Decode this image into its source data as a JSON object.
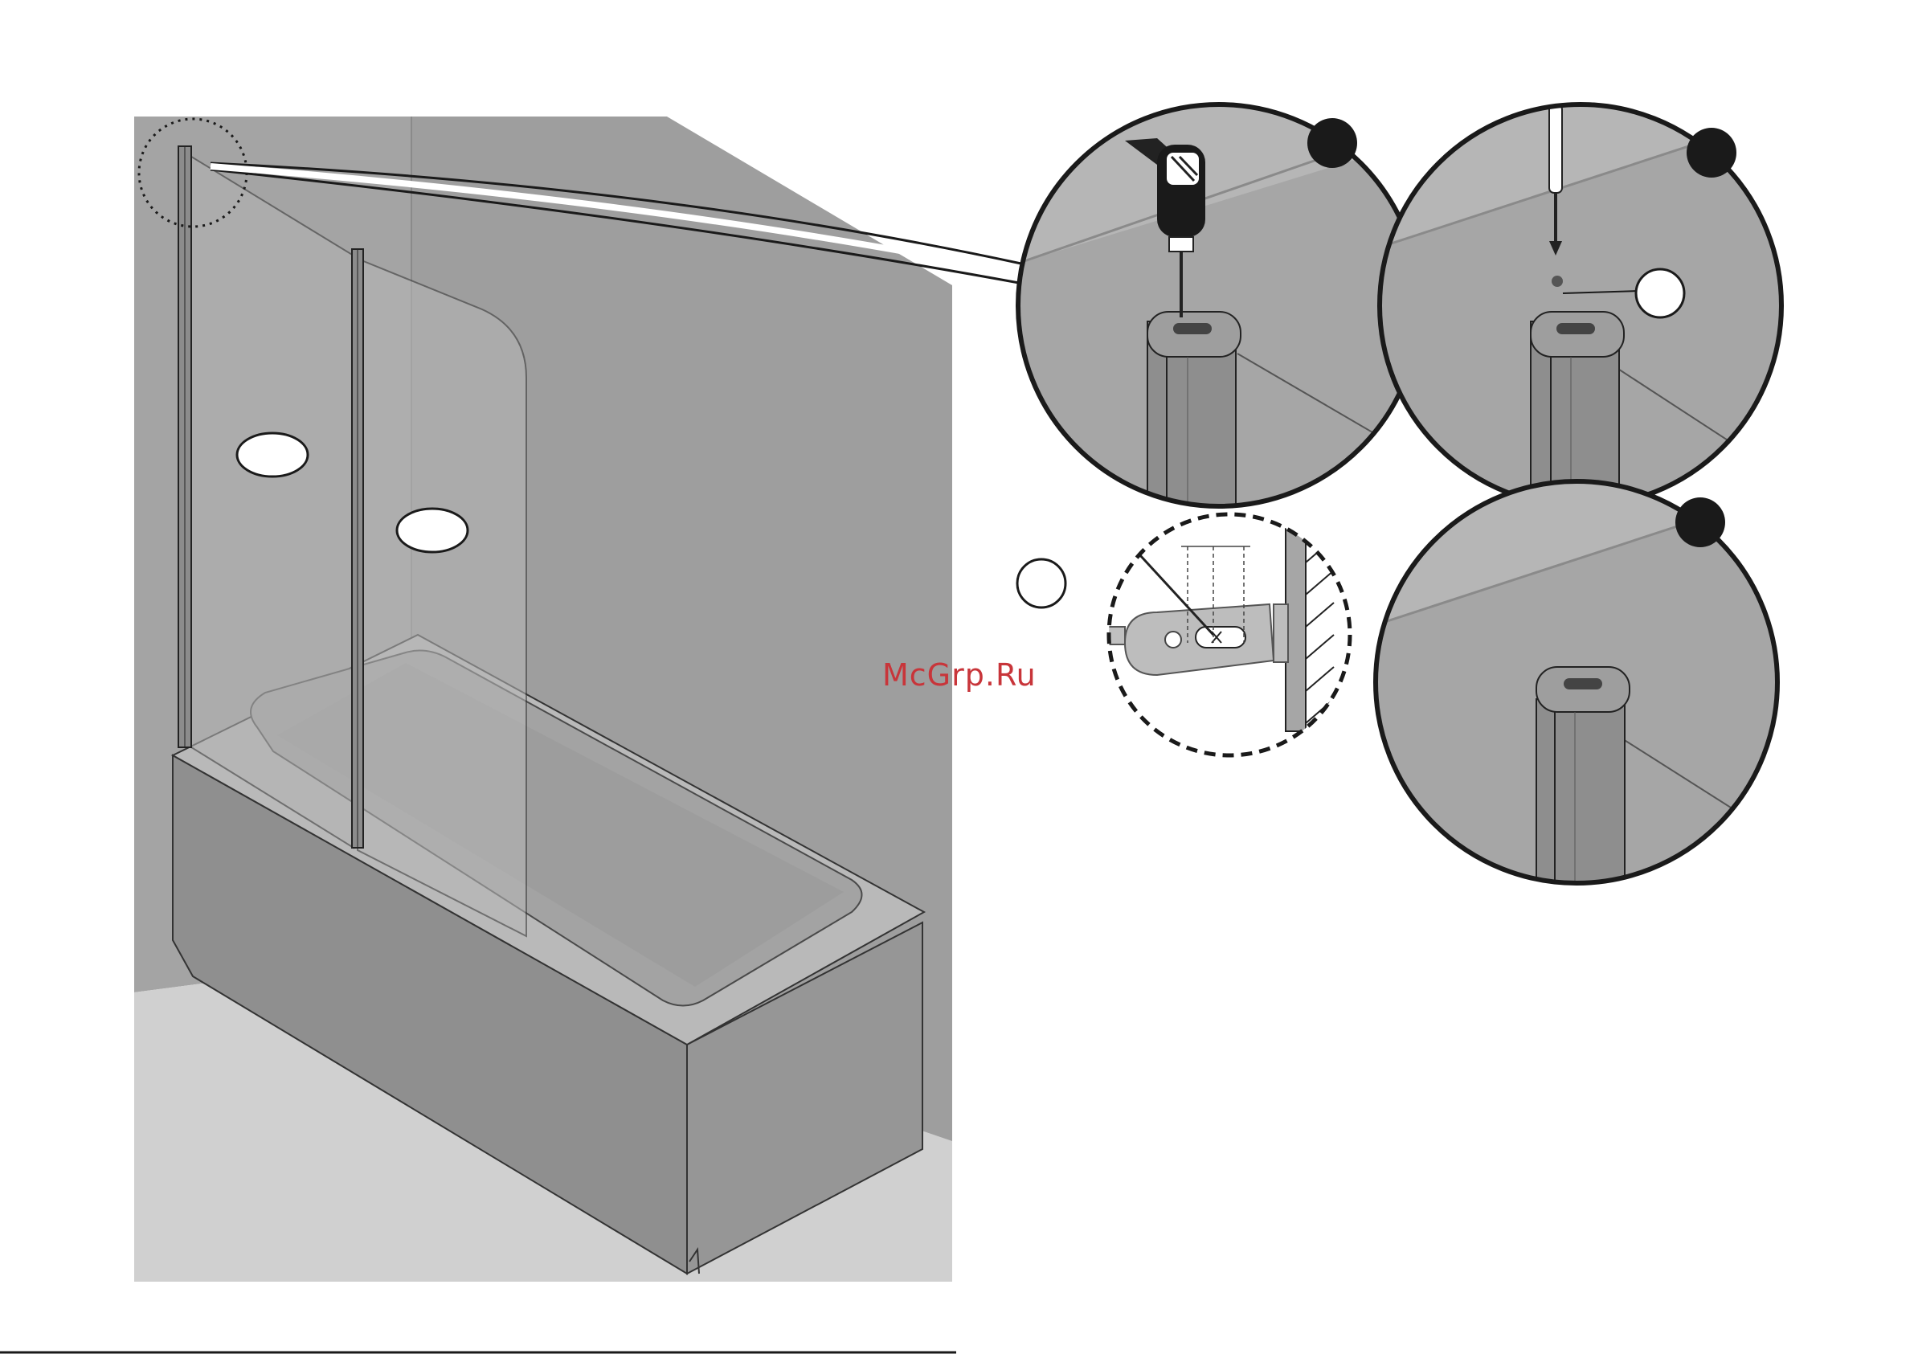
{
  "watermark": {
    "text": "McGrp.Ru",
    "color": "#c8353a"
  },
  "colors": {
    "wall": "#a9a9a9",
    "wall_dark": "#9c9c9c",
    "floor": "#d2d2d2",
    "ink": "#1a1a1a"
  },
  "step_markers": [
    "filled-circle",
    "filled-circle",
    "filled-circle"
  ],
  "callout_labels": [
    "blank-oval",
    "blank-oval",
    "blank-circle",
    "blank-circle"
  ],
  "icons": [
    "drill-icon",
    "screwdriver-icon",
    "screw-icon",
    "bracket-icon"
  ]
}
